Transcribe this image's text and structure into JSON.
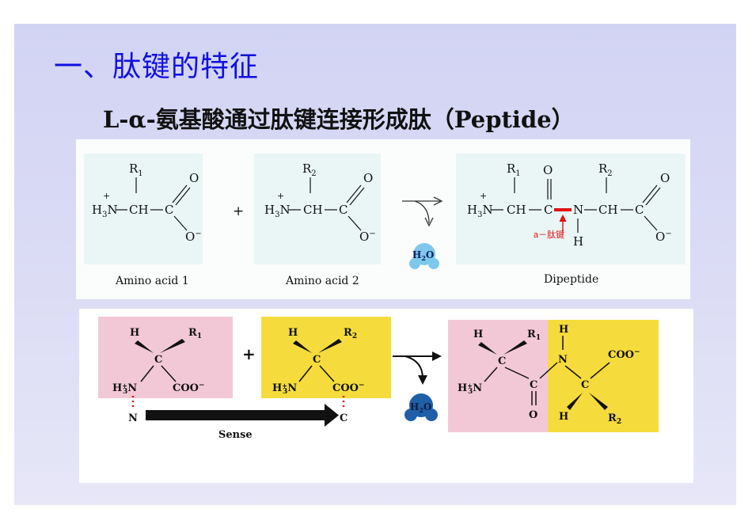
{
  "slide": {
    "title": "一、肽键的特征",
    "subtitle": "L-α-氨基酸通过肽键连接形成肽（Peptide）"
  },
  "top_panel": {
    "aa1": {
      "r": "R",
      "r_sub": "1",
      "n": "H",
      "n_sub": "3",
      "n_after": "N",
      "charge": "+",
      "ch": "CH",
      "c": "C",
      "o": "O",
      "o_minus": "O",
      "minus": "−",
      "label": "Amino acid 1"
    },
    "aa2": {
      "r": "R",
      "r_sub": "2",
      "n": "H",
      "n_sub": "3",
      "n_after": "N",
      "charge": "+",
      "ch": "CH",
      "c": "C",
      "o": "O",
      "o_minus": "O",
      "minus": "−",
      "label": "Amino acid 2"
    },
    "plus": "+",
    "water": {
      "h": "H",
      "sub": "2",
      "o": "O"
    },
    "dipeptide": {
      "r1": "R",
      "r1_sub": "1",
      "r2": "R",
      "r2_sub": "2",
      "n": "H",
      "n_sub": "3",
      "n_after": "N",
      "charge": "+",
      "ch1": "CH",
      "c1": "C",
      "o1": "O",
      "nh_n": "N",
      "nh_h": "H",
      "ch2": "CH",
      "c2": "C",
      "o2": "O",
      "o_minus": "O",
      "minus": "−",
      "bond_label": "a－肽键",
      "label": "Dipeptide"
    }
  },
  "bottom_panel": {
    "aa1": {
      "h": "H",
      "r": "R",
      "r_sub": "1",
      "c": "C",
      "n": "H",
      "n_sub": "3",
      "n_plus": "+",
      "n_after": "N",
      "coo": "COO",
      "minus": "−",
      "n_end": "N"
    },
    "plus": "+",
    "aa2": {
      "h": "H",
      "r": "R",
      "r_sub": "2",
      "c": "C",
      "n": "H",
      "n_sub": "3",
      "n_plus": "+",
      "n_after": "N",
      "coo": "COO",
      "minus": "−",
      "c_end": "C"
    },
    "sense": "Sense",
    "water": {
      "h": "H",
      "sub": "2",
      "o": "O"
    },
    "dipeptide": {
      "h1": "H",
      "r1": "R",
      "r1_sub": "1",
      "c1": "C",
      "n": "H",
      "n_sub": "3",
      "n_plus": "+",
      "n_after": "N",
      "c_carbonyl": "C",
      "o": "O",
      "nh_h": "H",
      "nh_n": "N",
      "c2": "C",
      "coo": "COO",
      "minus": "−",
      "h2": "H",
      "r2": "R",
      "r2_sub": "2"
    }
  },
  "colors": {
    "title": "#1010e0",
    "pink": "#f2c8d7",
    "yellow": "#f5dc3c",
    "water": "#2a6fb0",
    "red": "#e01010",
    "cyan_bg": "#eaf6f6"
  }
}
